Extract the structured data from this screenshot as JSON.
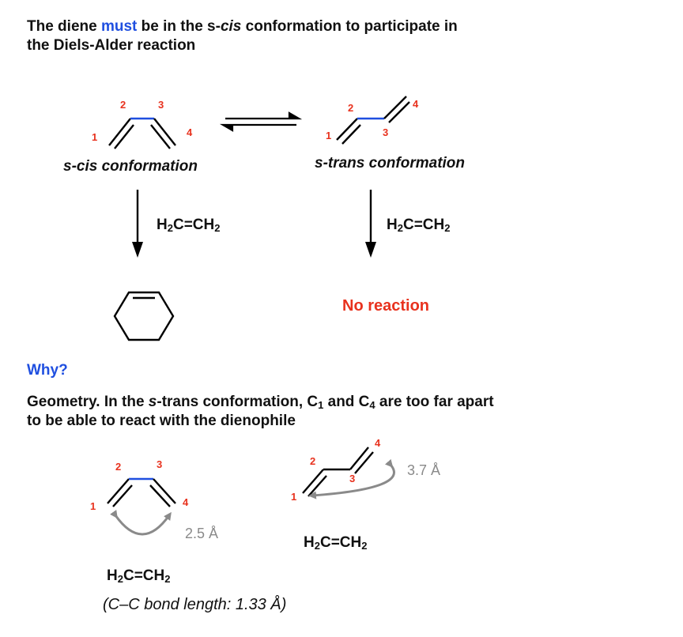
{
  "heading": {
    "part1": "The diene ",
    "emphasis": "must",
    "part2": " be in the s-",
    "cis": "cis",
    "part3": " conformation to participate in",
    "line2": "the Diels-Alder reaction"
  },
  "scis": {
    "label": "s-cis conformation",
    "numbers": [
      "1",
      "2",
      "3",
      "4"
    ]
  },
  "strans": {
    "label": "s-trans conformation",
    "numbers": [
      "1",
      "2",
      "3",
      "4"
    ]
  },
  "reagent": {
    "left": "H",
    "sub": "2",
    "mid": "C=CH"
  },
  "no_reaction": "No reaction",
  "why": "Why?",
  "geometry": {
    "line1_a": "Geometry. In the ",
    "s": "s",
    "line1_b": "-trans conformation, C",
    "c1_sub": "1",
    "line1_c": " and C",
    "c4_sub": "4",
    "line1_d": " are too far apart",
    "line2": "to be able to react with the dienophile"
  },
  "distances": {
    "cis": "2.5 Å",
    "trans": "3.7 Å"
  },
  "bond_note": "(C–C bond length: 1.33  Å)",
  "colors": {
    "blue": "#1f4fe0",
    "red": "#e8321e",
    "gray": "#8a8a8a"
  }
}
